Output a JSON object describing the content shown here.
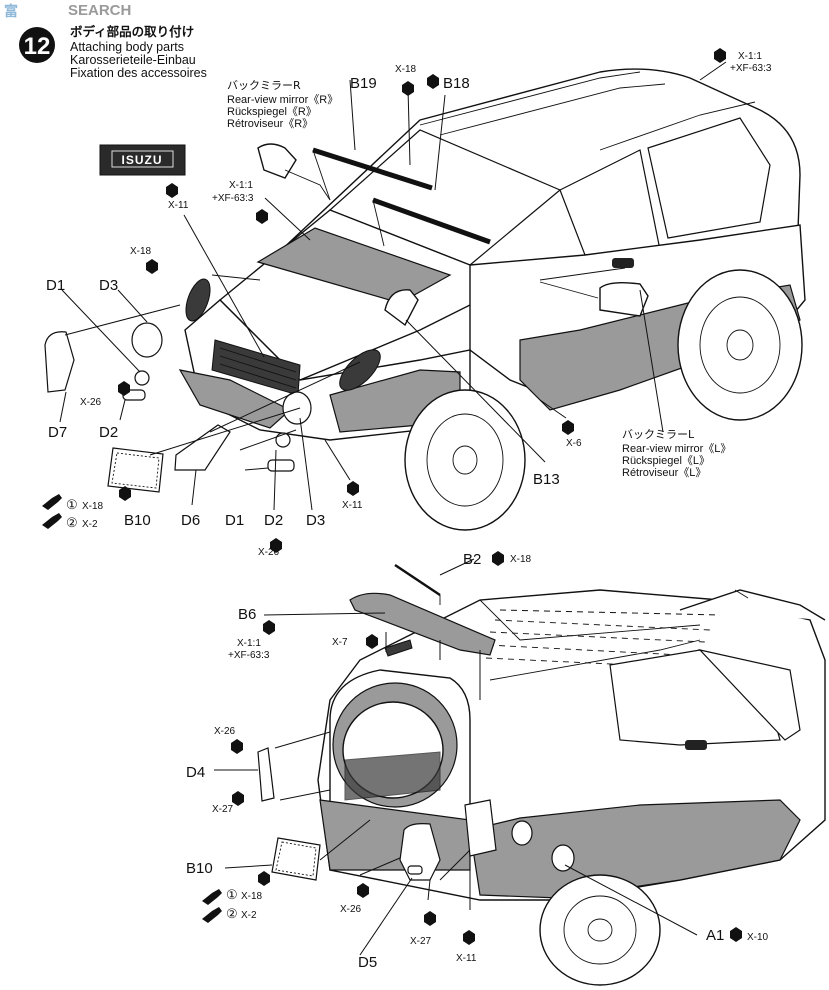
{
  "watermark": "SEARCH",
  "header": {
    "step_number": "12",
    "title_jp": "ボディ部品の取り付け",
    "title_en": "Attaching body parts",
    "title_de": "Karosserieteile-Einbau",
    "title_fr": "Fixation des accessoires"
  },
  "emblem_text": "ISUZU",
  "mirror_r": {
    "jp": "バックミラーR",
    "en": "Rear-view mirror《R》",
    "de": "Rückspiegel《R》",
    "fr": "Rétroviseur《R》"
  },
  "mirror_l": {
    "jp": "バックミラーL",
    "en": "Rear-view mirror《L》",
    "de": "Rückspiegel《L》",
    "fr": "Rétroviseur《L》"
  },
  "paints": {
    "x1": "X-1:1",
    "xf63": "+XF-63:3",
    "x18": "X-18",
    "x11": "X-11",
    "x26": "X-26",
    "x6": "X-6",
    "x2": "X-2",
    "x7": "X-7",
    "x27": "X-27",
    "x10": "X-10"
  },
  "steps": {
    "one": "①",
    "two": "②"
  },
  "parts": {
    "B19": "B19",
    "B18": "B18",
    "D1": "D1",
    "D2": "D2",
    "D3": "D3",
    "D6": "D6",
    "D7": "D7",
    "B10": "B10",
    "B13": "B13",
    "B2": "B2",
    "B6": "B6",
    "D4": "D4",
    "D5": "D5",
    "A1": "A1"
  }
}
